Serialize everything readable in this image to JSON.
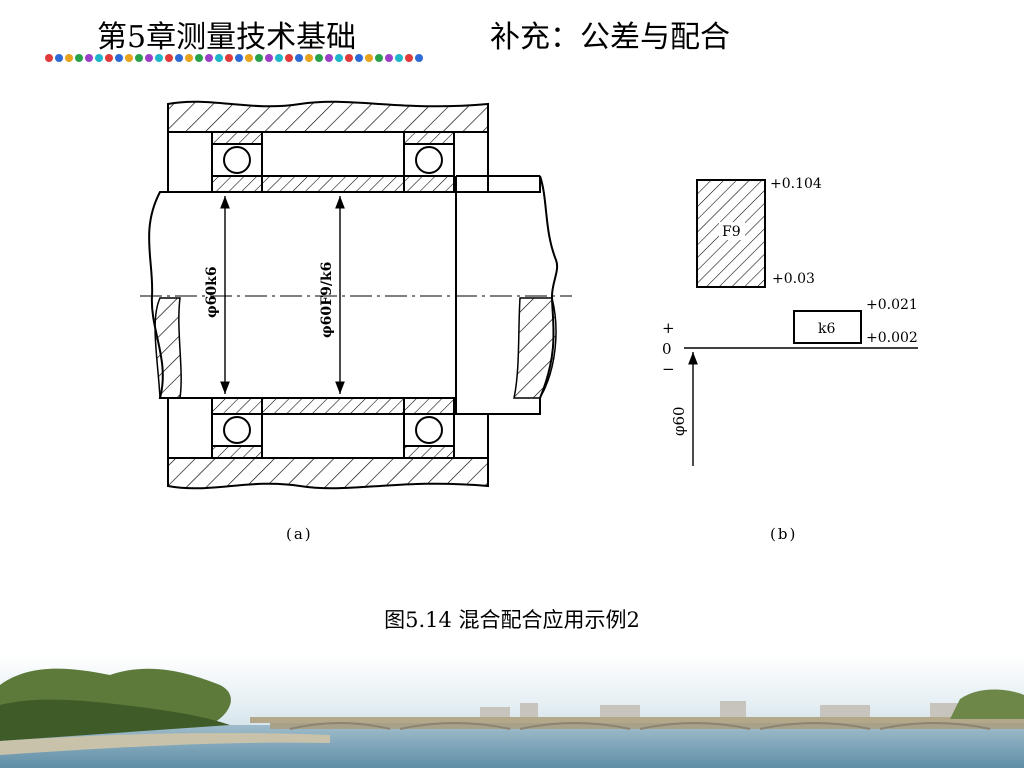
{
  "header": {
    "chapter": "第5章测量技术基础",
    "topic": "补充：公差与配合"
  },
  "figure_a": {
    "dim_shaft": "φ60k6",
    "dim_fit": "φ60F9/k6",
    "label": "(a)"
  },
  "figure_b": {
    "hole_zone": "F9",
    "hole_upper": "+0.104",
    "hole_lower": "+0.03",
    "shaft_zone": "k6",
    "shaft_upper": "+0.021",
    "shaft_lower": "+0.002",
    "plus": "+",
    "zero": "0",
    "minus": "−",
    "basic_size": "φ60",
    "label": "(b)"
  },
  "caption": "图5.14  混合配合应用示例2",
  "colors": {
    "line": "#000000",
    "dot_palette": [
      "#e03a3a",
      "#2d6ad6",
      "#e7a21e",
      "#29a34a",
      "#9b3fc6",
      "#1fb6c9"
    ]
  }
}
